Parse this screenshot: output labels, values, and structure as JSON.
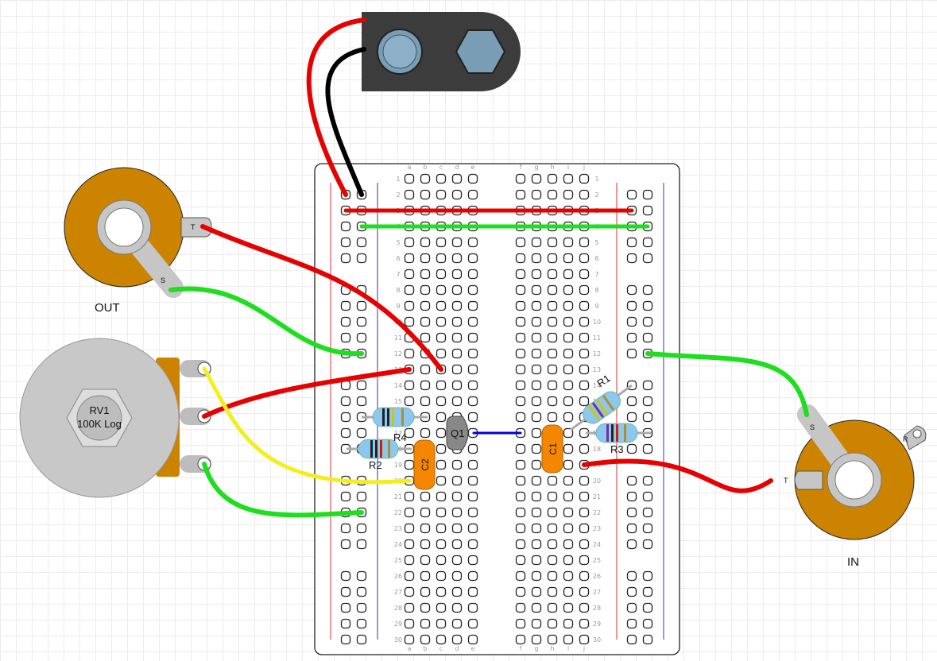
{
  "jacks": {
    "out": {
      "label": "OUT",
      "tip_label": "T",
      "sleeve_label": "S"
    },
    "in": {
      "label": "IN",
      "tip_label": "T",
      "sleeve_label": "S",
      "ring_label": "R"
    }
  },
  "pot": {
    "ref": "RV1",
    "value": "100K Log"
  },
  "components": {
    "r1": "R1",
    "r2": "R2",
    "r3": "R3",
    "r4": "R4",
    "c1": "C1",
    "c2": "C2",
    "q1": "Q1"
  },
  "breadboard": {
    "columns_left": [
      "a",
      "b",
      "c",
      "d",
      "e"
    ],
    "columns_right": [
      "f",
      "g",
      "h",
      "i",
      "j"
    ],
    "rows": 30
  },
  "colors": {
    "red_wire": "#e60000",
    "green_wire": "#1fdd1f",
    "yellow_wire": "#f3ee1e",
    "blue_wire": "#0000dd",
    "black_wire": "#000000",
    "jack_body": "#cc8400",
    "capacitor": "#f58700",
    "resistor": "#8cc8ee",
    "battery_snap": "#3c3c3c"
  }
}
